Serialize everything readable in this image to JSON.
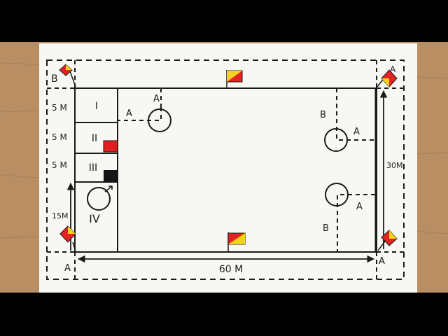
{
  "colors": {
    "frame": "#000000",
    "wood": "#b98e63",
    "paper": "#f7f7f4",
    "ink": "#1a1a1a",
    "flag_red": "#e32222",
    "flag_yellow": "#f2d21c",
    "marker_red": "#e01f1f",
    "marker_black": "#141414"
  },
  "diagram": {
    "zones": [
      "I",
      "II",
      "III",
      "IV"
    ],
    "measurements": {
      "m5_a": "5 M",
      "m5_b": "5 M",
      "m5_c": "5 M",
      "m15": "15M",
      "m30": "30M",
      "m60": "60 M"
    },
    "labels": {
      "corner_top_left": "B",
      "corner_top_right": "A",
      "corner_bottom_left": "A",
      "corner_bottom_right": "A",
      "circle_left_top": "A",
      "circle_left_side": "A",
      "circle_right_top": "B",
      "circle_right_side": "A",
      "circle_right2_side": "A",
      "circle_right2_bottom": "B"
    },
    "icons": {
      "flag": "corner-flag-icon",
      "zone_marker_red": "red-marker-icon",
      "zone_marker_black": "black-marker-icon"
    }
  }
}
